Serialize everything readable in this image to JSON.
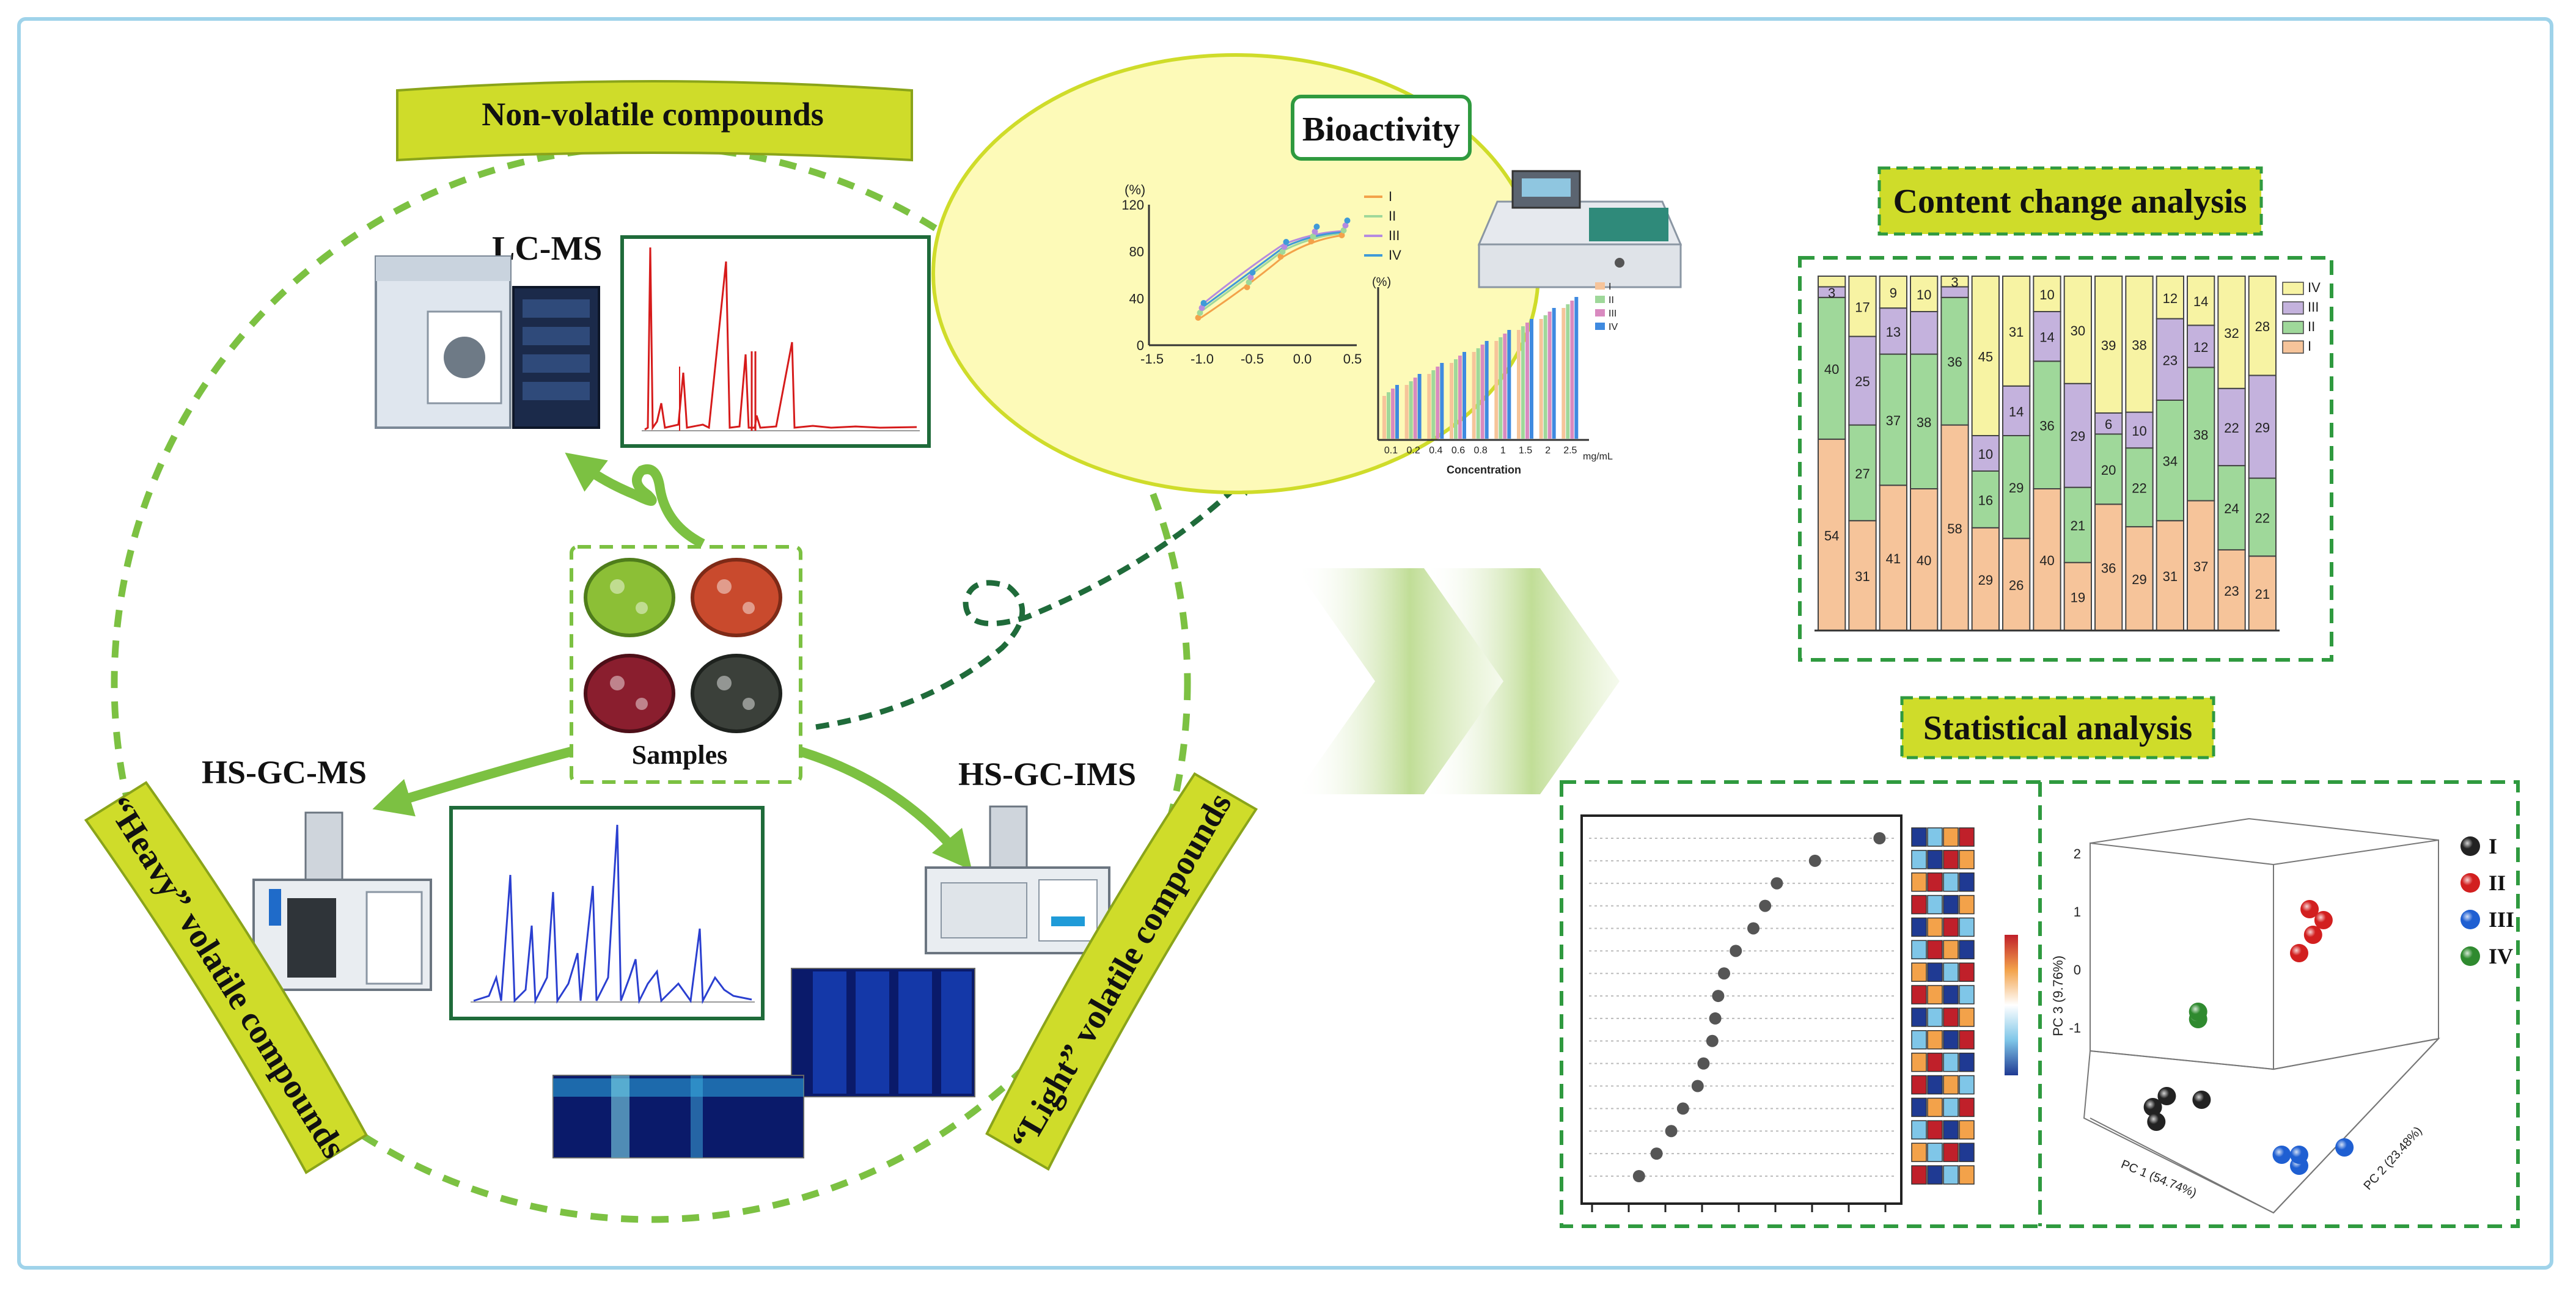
{
  "labels": {
    "non_volatile": "Non-volatile compounds",
    "lc_ms": "LC-MS",
    "samples": "Samples",
    "hs_gc_ms": "HS-GC-MS",
    "hs_gc_ims": "HS-GC-IMS",
    "heavy_volatile": "“Heavy” volatile compounds",
    "light_volatile": "“Light” volatile compounds",
    "bioactivity": "Bioactivity",
    "content_change": "Content change analysis",
    "statistical": "Statistical analysis"
  },
  "bio_line": {
    "y_unit": "(%)",
    "y_ticks": [
      "120",
      "80",
      "40",
      "0"
    ],
    "x_ticks": [
      "-1.5",
      "-1.0",
      "-0.5",
      "0.0",
      "0.5"
    ],
    "legend": [
      "I",
      "II",
      "III",
      "IV"
    ]
  },
  "bio_bar": {
    "y_unit": "(%)",
    "x_ticks": [
      "0.1",
      "0.2",
      "0.4",
      "0.6",
      "0.8",
      "1",
      "1.5",
      "2",
      "2.5"
    ],
    "x_unit": "mg/mL",
    "xlabel": "Concentration",
    "legend": [
      "I",
      "II",
      "III",
      "IV"
    ]
  },
  "colors": {
    "banner": "#cfdc2a",
    "dashed_green": "#6cbf3a",
    "dark_green": "#1f6b3a",
    "cat_I": "#f6c49a",
    "cat_II": "#9fd89a",
    "cat_III": "#c4b2dd",
    "cat_IV": "#f7f3a3"
  },
  "stack_chart": {
    "legend": [
      "IV",
      "III",
      "II",
      "I"
    ],
    "columns": [
      {
        "I": 54,
        "II": 40,
        "III": 3,
        "IV": 3
      },
      {
        "I": 31,
        "II": 27,
        "III": 25,
        "IV": 17
      },
      {
        "I": 41,
        "II": 37,
        "III": 13,
        "IV": 9
      },
      {
        "I": 40,
        "II": 38,
        "III": 12,
        "IV": 10
      },
      {
        "I": 58,
        "II": 36,
        "III": 3,
        "IV": 3
      },
      {
        "I": 29,
        "II": 16,
        "III": 10,
        "IV": 45
      },
      {
        "I": 26,
        "II": 29,
        "III": 14,
        "IV": 31
      },
      {
        "I": 40,
        "II": 36,
        "III": 14,
        "IV": 10
      },
      {
        "I": 19,
        "II": 21,
        "III": 29,
        "IV": 30
      },
      {
        "I": 36,
        "II": 20,
        "III": 6,
        "IV": 39
      },
      {
        "I": 29,
        "II": 22,
        "III": 10,
        "IV": 38
      },
      {
        "I": 31,
        "II": 34,
        "III": 23,
        "IV": 12
      },
      {
        "I": 37,
        "II": 38,
        "III": 12,
        "IV": 14
      },
      {
        "I": 23,
        "II": 24,
        "III": 22,
        "IV": 32
      },
      {
        "I": 21,
        "II": 22,
        "III": 29,
        "IV": 28
      }
    ],
    "shown_labels": [
      [
        "54",
        "40",
        "3",
        ""
      ],
      [
        "31",
        "27",
        "25",
        "17"
      ],
      [
        "41",
        "37",
        "13",
        "9"
      ],
      [
        "40",
        "38",
        "",
        "10"
      ],
      [
        "58",
        "36",
        "",
        "3"
      ],
      [
        "29",
        "16",
        "10",
        "45"
      ],
      [
        "26",
        "29",
        "14",
        "31"
      ],
      [
        "40",
        "36",
        "14",
        "10"
      ],
      [
        "19",
        "21",
        "29",
        "30"
      ],
      [
        "36",
        "20",
        "6",
        "39"
      ],
      [
        "29",
        "22",
        "10",
        "38"
      ],
      [
        "31",
        "34",
        "23",
        "12"
      ],
      [
        "37",
        "38",
        "12",
        "14"
      ],
      [
        "23",
        "24",
        "22",
        "32"
      ],
      [
        "21",
        "22",
        "29",
        "28"
      ]
    ]
  },
  "pca": {
    "legend": [
      "I",
      "II",
      "III",
      "IV"
    ],
    "legend_colors": [
      "#222222",
      "#d21f1f",
      "#1f5fd2",
      "#2f8a2f"
    ],
    "z_ticks": [
      "2",
      "1",
      "0",
      "-1"
    ],
    "z_label": "PC 3 (9.76%)",
    "x_label": "PC 1 (54.74%)",
    "y_label": "PC 2 (23.48%)",
    "points": [
      {
        "g": 0,
        "u": 0.18,
        "v": 0.72
      },
      {
        "g": 0,
        "u": 0.22,
        "v": 0.69
      },
      {
        "g": 0,
        "u": 0.32,
        "v": 0.7
      },
      {
        "g": 0,
        "u": 0.19,
        "v": 0.76
      },
      {
        "g": 1,
        "u": 0.63,
        "v": 0.18
      },
      {
        "g": 1,
        "u": 0.67,
        "v": 0.21
      },
      {
        "g": 1,
        "u": 0.6,
        "v": 0.3
      },
      {
        "g": 1,
        "u": 0.64,
        "v": 0.25
      },
      {
        "g": 2,
        "u": 0.55,
        "v": 0.85
      },
      {
        "g": 2,
        "u": 0.6,
        "v": 0.88
      },
      {
        "g": 2,
        "u": 0.6,
        "v": 0.85
      },
      {
        "g": 2,
        "u": 0.73,
        "v": 0.83
      },
      {
        "g": 3,
        "u": 0.31,
        "v": 0.48
      },
      {
        "g": 3,
        "u": 0.31,
        "v": 0.46
      }
    ]
  },
  "lollipop": {
    "values": [
      0.98,
      0.76,
      0.63,
      0.59,
      0.55,
      0.49,
      0.45,
      0.43,
      0.42,
      0.41,
      0.38,
      0.36,
      0.31,
      0.27,
      0.22,
      0.16
    ]
  },
  "heat_palette": [
    "#1f3a93",
    "#7fc6e8",
    "#f3a24a",
    "#c0202a"
  ],
  "heat_grid": [
    [
      0,
      1,
      2,
      3
    ],
    [
      1,
      0,
      3,
      2
    ],
    [
      2,
      3,
      1,
      0
    ],
    [
      3,
      1,
      0,
      2
    ],
    [
      0,
      2,
      3,
      1
    ],
    [
      1,
      3,
      2,
      0
    ],
    [
      2,
      0,
      1,
      3
    ],
    [
      3,
      2,
      0,
      1
    ],
    [
      0,
      1,
      3,
      2
    ],
    [
      1,
      2,
      0,
      3
    ],
    [
      2,
      3,
      1,
      0
    ],
    [
      3,
      0,
      2,
      1
    ],
    [
      0,
      2,
      1,
      3
    ],
    [
      1,
      3,
      0,
      2
    ],
    [
      2,
      1,
      3,
      0
    ],
    [
      3,
      0,
      1,
      2
    ]
  ]
}
